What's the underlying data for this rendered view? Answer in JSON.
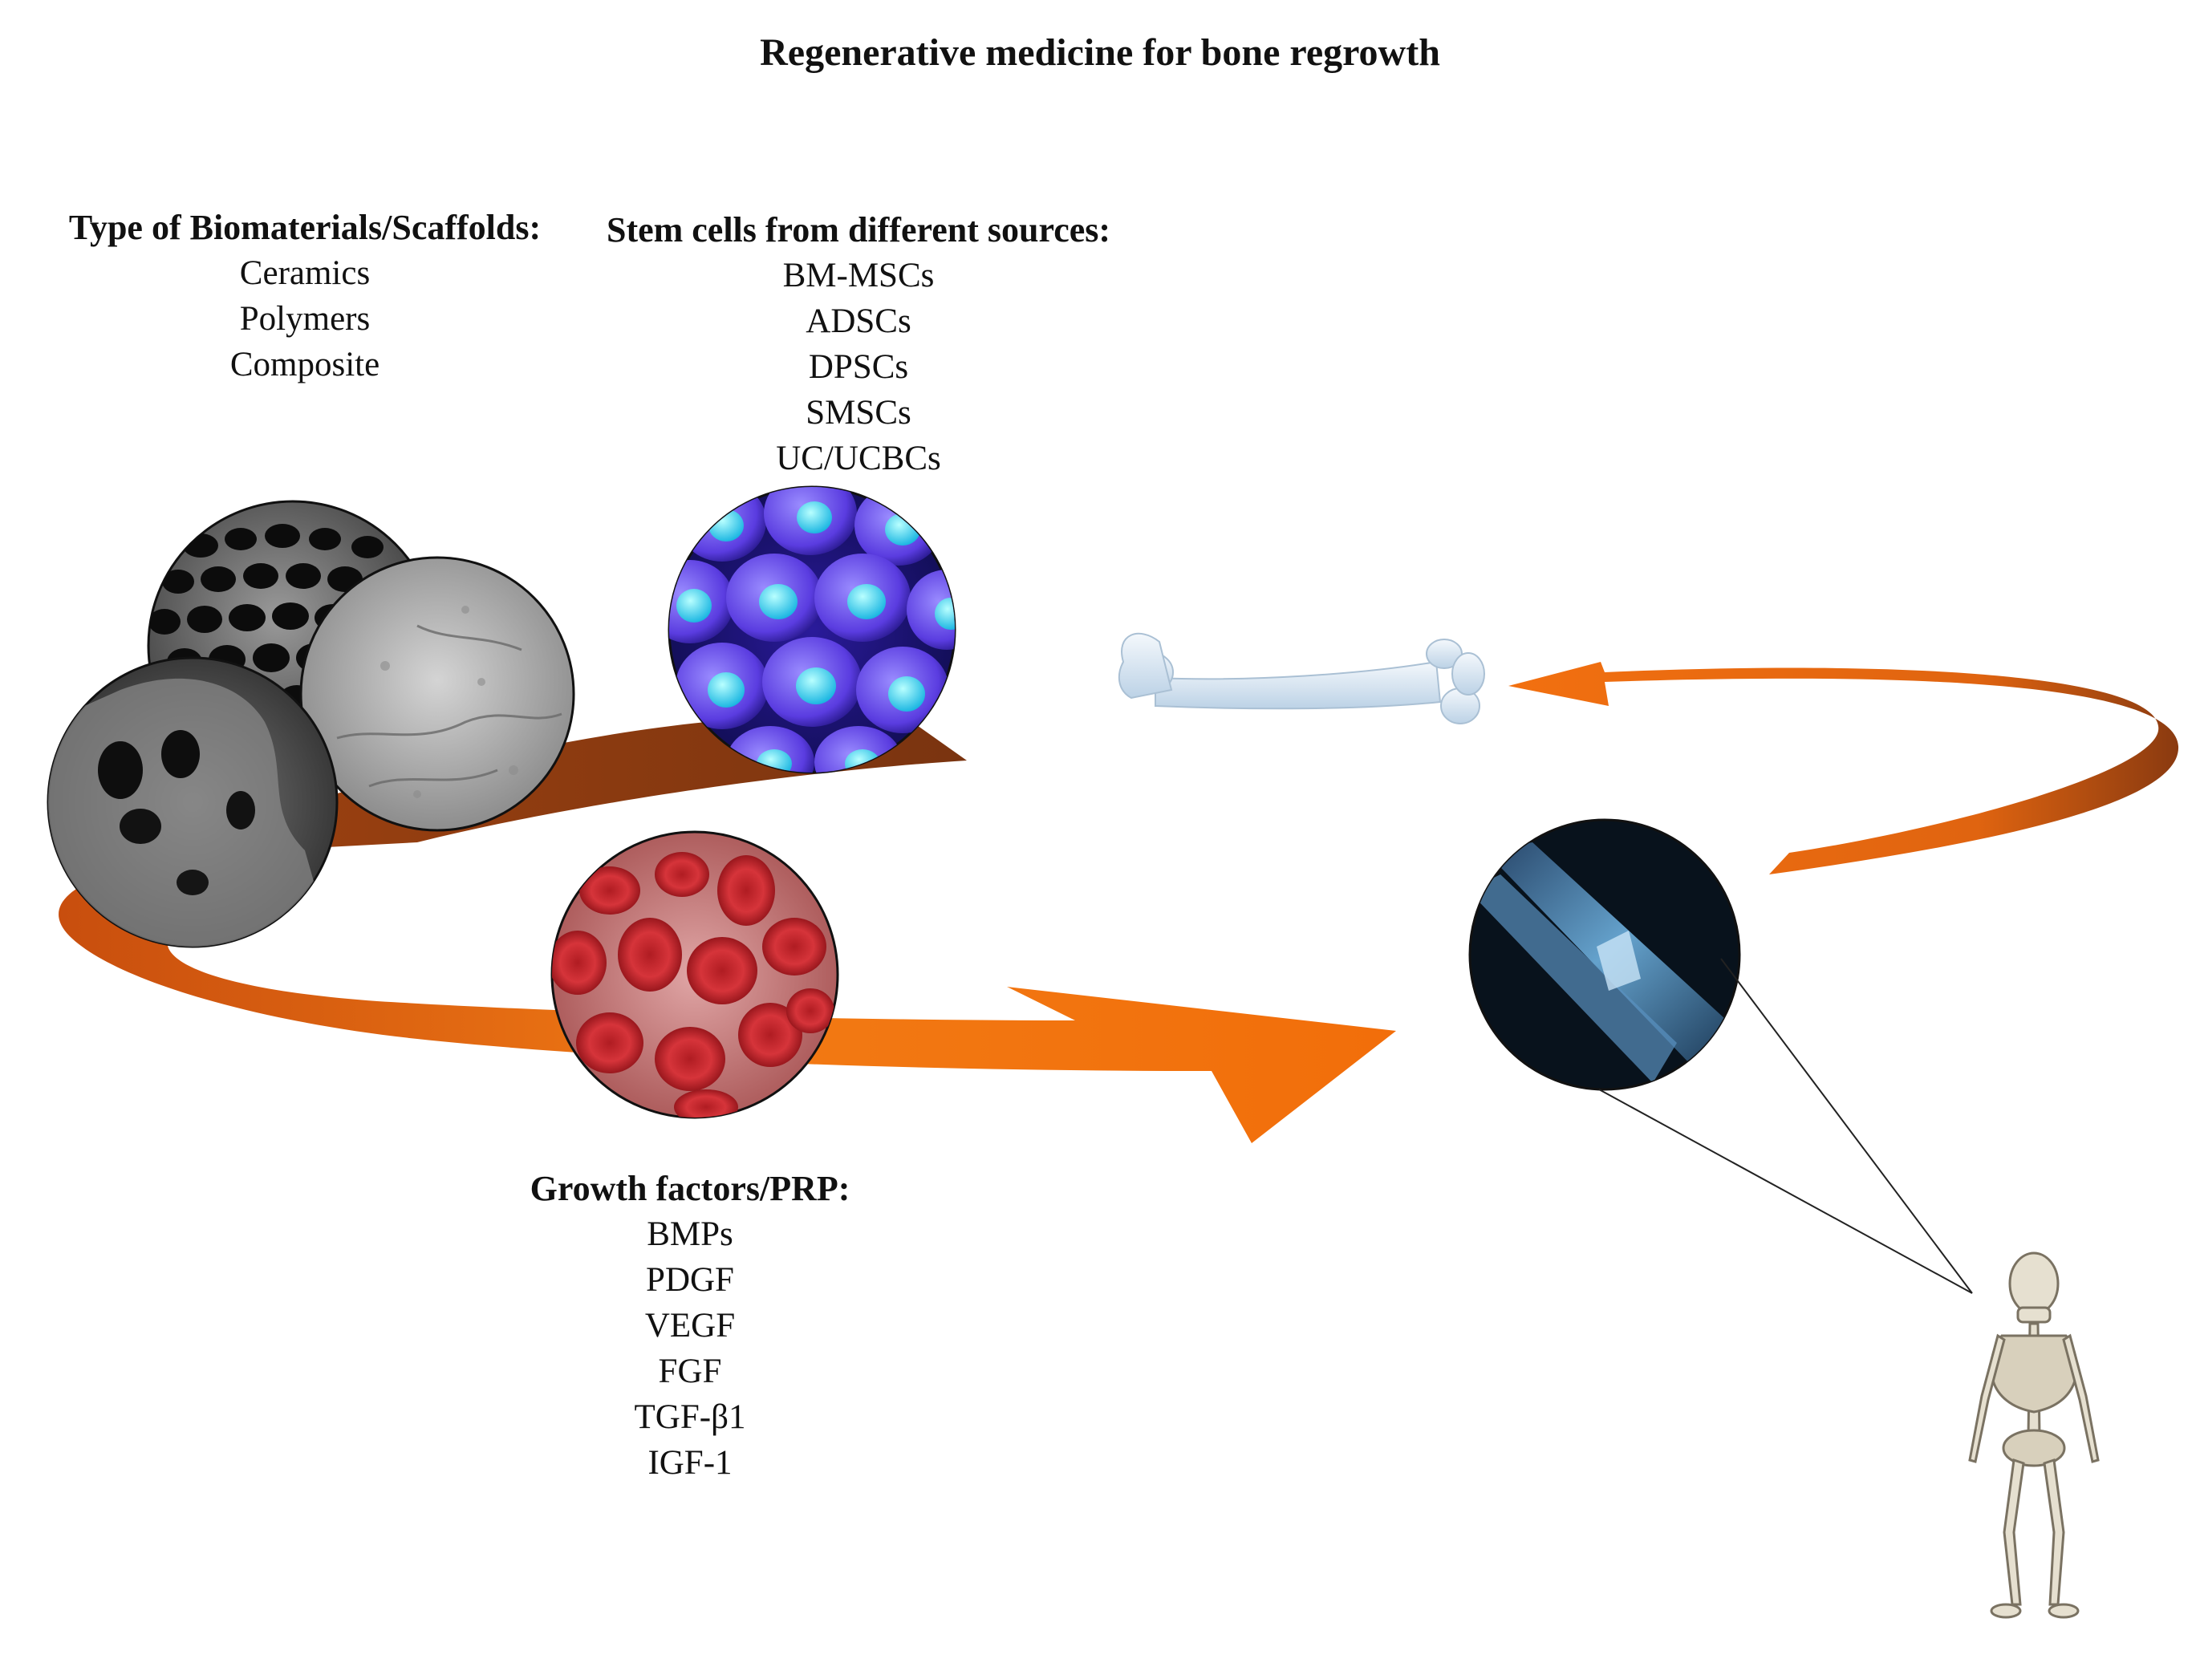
{
  "title": "Regenerative medicine for bone regrowth",
  "biomaterials": {
    "heading": "Type of Biomaterials/Scaffolds:",
    "items": [
      "Ceramics",
      "Polymers",
      "Composite"
    ]
  },
  "stem_cells": {
    "heading": "Stem cells from different sources:",
    "items": [
      "BM-MSCs",
      "ADSCs",
      "DPSCs",
      "SMSCs",
      "UC/UCBCs"
    ]
  },
  "growth_factors": {
    "heading": "Growth factors/PRP:",
    "items": [
      "BMPs",
      "PDGF",
      "VEGF",
      "FGF",
      "TGF-β1",
      "IGF-1"
    ]
  },
  "colors": {
    "arrow_orange": "#f07010",
    "arrow_dark": "#8a3a10",
    "cells_blue": "#3a3ad8",
    "blood_red": "#b01c22",
    "xray_blue": "#6fb2e0"
  },
  "icons": [
    "porous-scaffold-image",
    "ceramic-surface-image",
    "composite-scaffold-image",
    "stem-cells-image",
    "red-blood-cells-image",
    "femur-bone-icon",
    "xray-fracture-image",
    "skeleton-icon"
  ]
}
